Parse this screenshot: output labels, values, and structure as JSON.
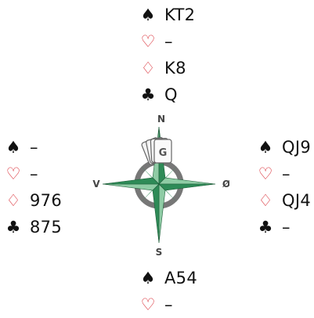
{
  "hands": {
    "north": {
      "spades": "KT2",
      "hearts": "–",
      "diamonds": "K8",
      "clubs": "Q"
    },
    "west": {
      "spades": "–",
      "hearts": "–",
      "diamonds": "976",
      "clubs": "875"
    },
    "east": {
      "spades": "QJ9",
      "hearts": "–",
      "diamonds": "QJ4",
      "clubs": "–"
    },
    "south": {
      "spades": "A54",
      "hearts": "–"
    }
  },
  "compass": {
    "n": "N",
    "s": "S",
    "w": "V",
    "e": "Ø",
    "dealer_card": "G"
  },
  "suits": {
    "spades": "♠",
    "hearts": "♡",
    "diamonds": "♢",
    "clubs": "♣"
  },
  "colors": {
    "black_suit": "#111111",
    "red_suit": "#d8262f",
    "compass_green": "#2e8b57",
    "compass_light": "#8fcca5"
  }
}
